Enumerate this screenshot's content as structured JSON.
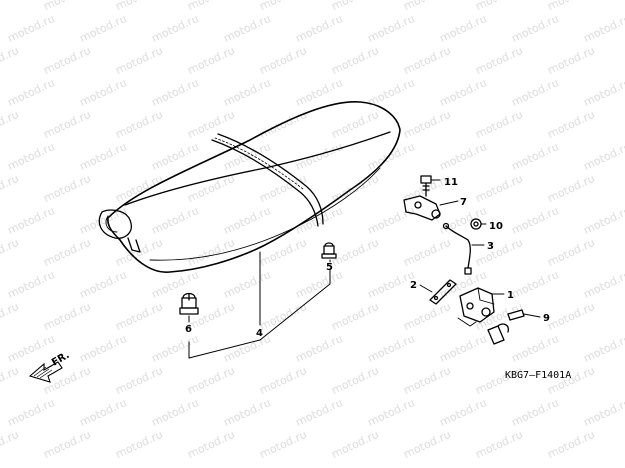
{
  "watermark": {
    "text": "motod.ru"
  },
  "diagram": {
    "callouts": {
      "c1": "1",
      "c2": "2",
      "c3": "3",
      "c4": "4",
      "c5": "5",
      "c6": "6",
      "c7": "7",
      "c9": "9",
      "c10": "10",
      "c11": "11"
    },
    "direction_label": "FR.",
    "figure_code": "KBG7—F1401A"
  },
  "colors": {
    "line": "#000000",
    "watermark": "#dcdcdc",
    "background": "#ffffff"
  }
}
